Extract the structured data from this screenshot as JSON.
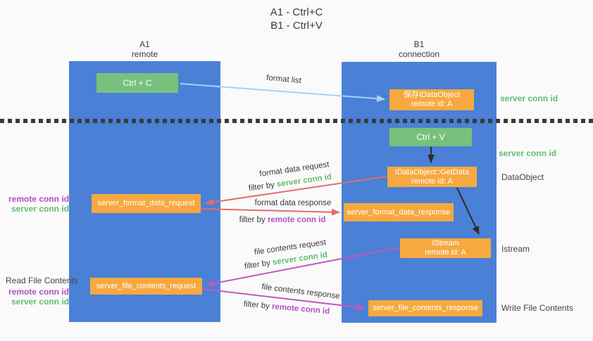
{
  "title": {
    "line1": "A1 - Ctrl+C",
    "line2": "B1 - Ctrl+V"
  },
  "columns": {
    "left": {
      "name": "A1",
      "role": "remote"
    },
    "right": {
      "name": "B1",
      "role": "connection"
    }
  },
  "nodes": {
    "ctrl_c": {
      "label": "Ctrl + C"
    },
    "save_dataobject": {
      "line1": "保存IDataObject",
      "line2": "remote id: A"
    },
    "ctrl_v": {
      "label": "Ctrl + V"
    },
    "getdata": {
      "line1": "IDataObject::GetData",
      "line2": "remote id: A"
    },
    "format_request": {
      "label": "server_format_data_request"
    },
    "format_response": {
      "label": "server_format_data_response"
    },
    "istream": {
      "line1": "IStream",
      "line2": "remote id: A"
    },
    "file_request": {
      "label": "server_file_contents_request"
    },
    "file_response": {
      "label": "server_file_contents_response"
    }
  },
  "annotations": {
    "right": {
      "server_conn_id_top": "server conn id",
      "server_conn_id_mid": "server conn id",
      "dataobject": "DataObject",
      "istream": "Istream",
      "write_file_contents": "Write File Contents"
    },
    "left": {
      "read_file_contents": "Read File Contents",
      "format_pair": {
        "remote_conn_id": "remote conn id",
        "server_conn_id": "server conn id"
      },
      "file_pair": {
        "remote_conn_id": "remote conn id",
        "server_conn_id": "server conn id"
      }
    }
  },
  "arrows": {
    "format_list": {
      "label": "format list"
    },
    "format_data_request": {
      "label": "format data request",
      "filter_prefix": "filter by",
      "filter_id": "server conn id"
    },
    "format_data_response": {
      "label": "format data response",
      "filter_prefix": "filter by",
      "filter_id": "remote conn id"
    },
    "file_contents_request": {
      "label": "file contents request",
      "filter_prefix": "filter by",
      "filter_id": "server conn id"
    },
    "file_contents_response": {
      "label": "file contents response",
      "filter_prefix": "filter by",
      "filter_id": "remote conn id"
    }
  },
  "colors": {
    "column_blue": "#4a80d6",
    "node_green": "#77c17c",
    "node_orange": "#f7a940",
    "arrow_blue": "#a6d3f2",
    "arrow_red": "#e86a6a",
    "arrow_magenta": "#c05ac0",
    "arrow_black": "#2b2b2b",
    "text_green": "#66bb6e",
    "text_purple": "#b44fc4",
    "text_dark": "#3b3b3b"
  }
}
